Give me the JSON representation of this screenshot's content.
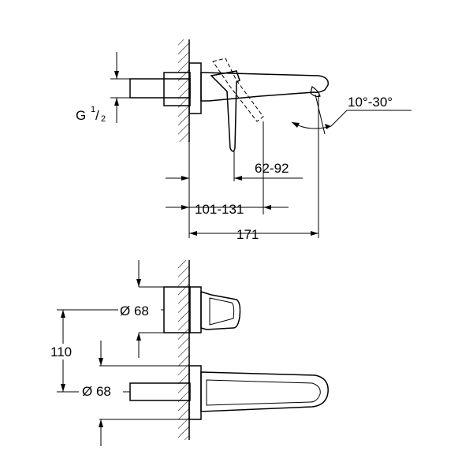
{
  "side_view": {
    "thread_label_prefix": "G",
    "thread_label_num": "1",
    "thread_label_den": "2",
    "angle_label": "10°-30°",
    "dim_lever_range": "62-92",
    "dim_projection_range": "101-131",
    "dim_spout_length": "171"
  },
  "front_view": {
    "dim_diameter_top": "Ø 68",
    "dim_diameter_bottom": "Ø 68",
    "dim_center_spacing": "110"
  },
  "colors": {
    "line": "#000000",
    "background": "#ffffff"
  }
}
